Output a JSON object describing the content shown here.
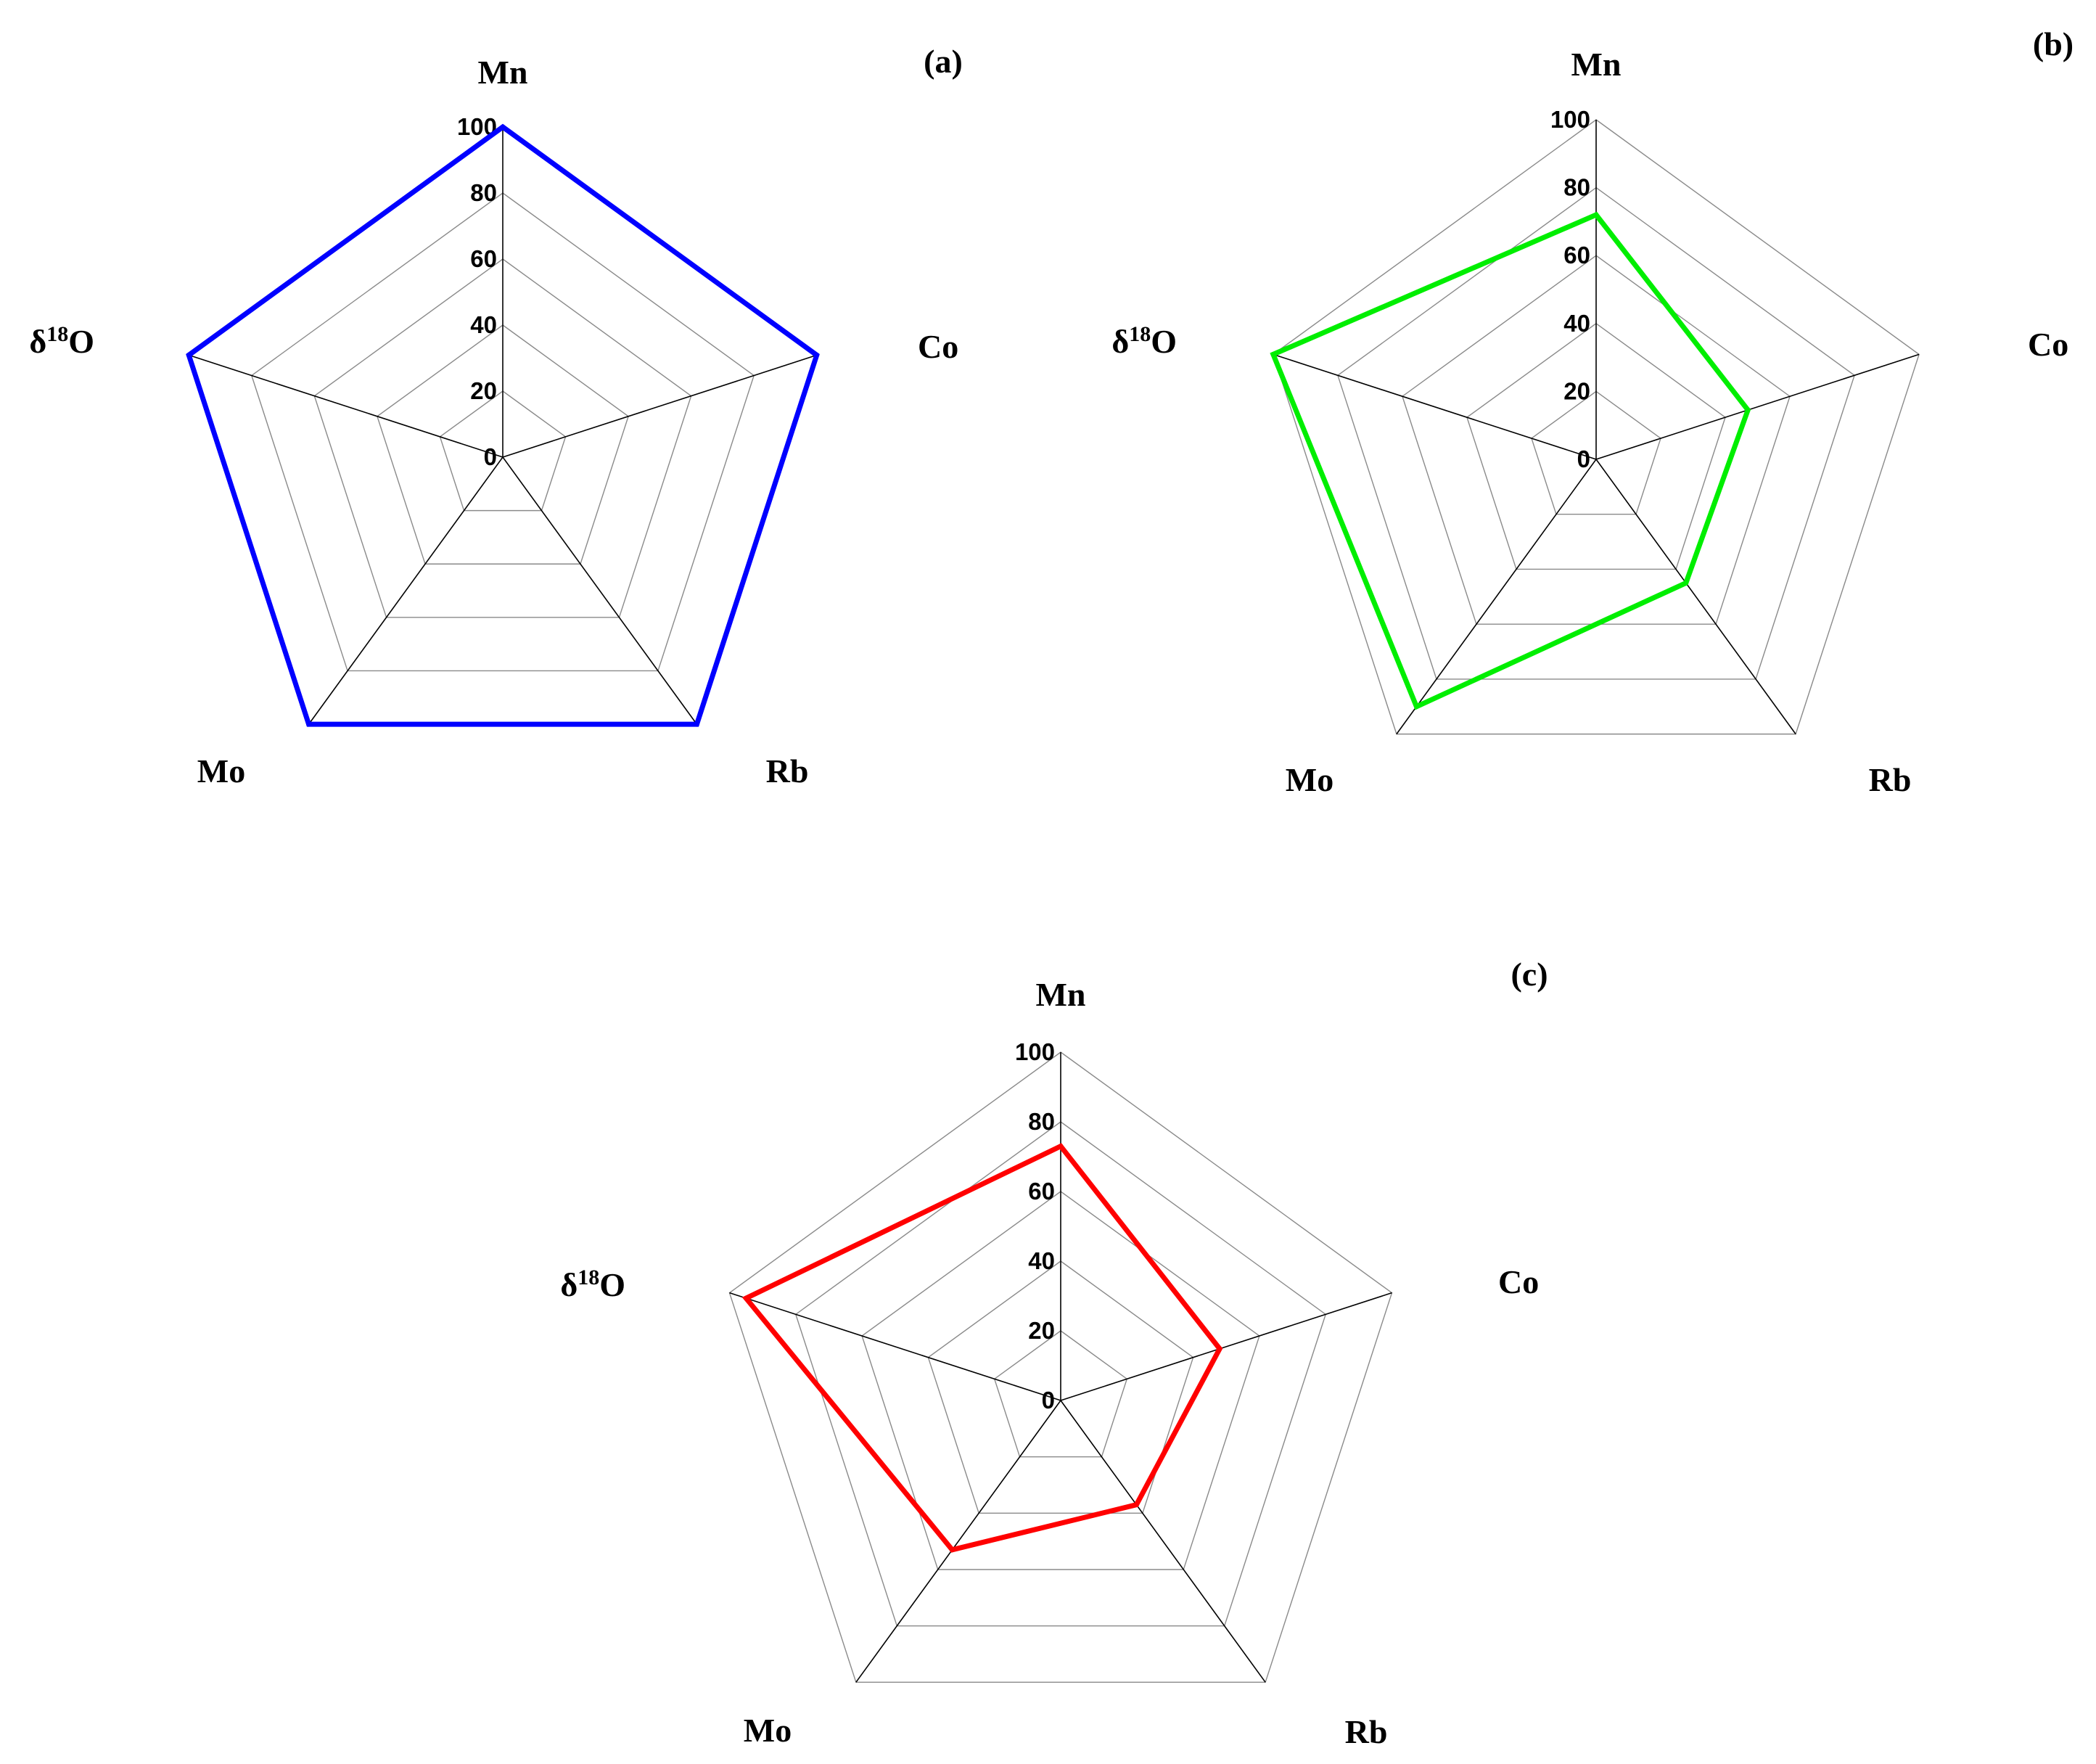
{
  "chart_data": [
    {
      "type": "radar",
      "panel_label": "(a)",
      "axes": [
        "Mn",
        "Co",
        "Rb",
        "Mo",
        "δ18O"
      ],
      "ticks": [
        "0",
        "20",
        "40",
        "60",
        "80",
        "100"
      ],
      "range": [
        0,
        100
      ],
      "series": [
        {
          "values": [
            100,
            100,
            100,
            100,
            100
          ],
          "color": "#0000ff"
        }
      ]
    },
    {
      "type": "radar",
      "panel_label": "(b)",
      "axes": [
        "Mn",
        "Co",
        "Rb",
        "Mo",
        "δ18O"
      ],
      "ticks": [
        "0",
        "20",
        "40",
        "60",
        "80",
        "100"
      ],
      "range": [
        0,
        100
      ],
      "series": [
        {
          "values": [
            72,
            47,
            45,
            90,
            100
          ],
          "color": "#00ee00"
        }
      ]
    },
    {
      "type": "radar",
      "panel_label": "(c)",
      "axes": [
        "Mn",
        "Co",
        "Rb",
        "Mo",
        "δ18O"
      ],
      "ticks": [
        "0",
        "20",
        "40",
        "60",
        "80",
        "100"
      ],
      "range": [
        0,
        100
      ],
      "series": [
        {
          "values": [
            73,
            48,
            37,
            53,
            95
          ],
          "color": "#ff0000"
        }
      ]
    }
  ]
}
